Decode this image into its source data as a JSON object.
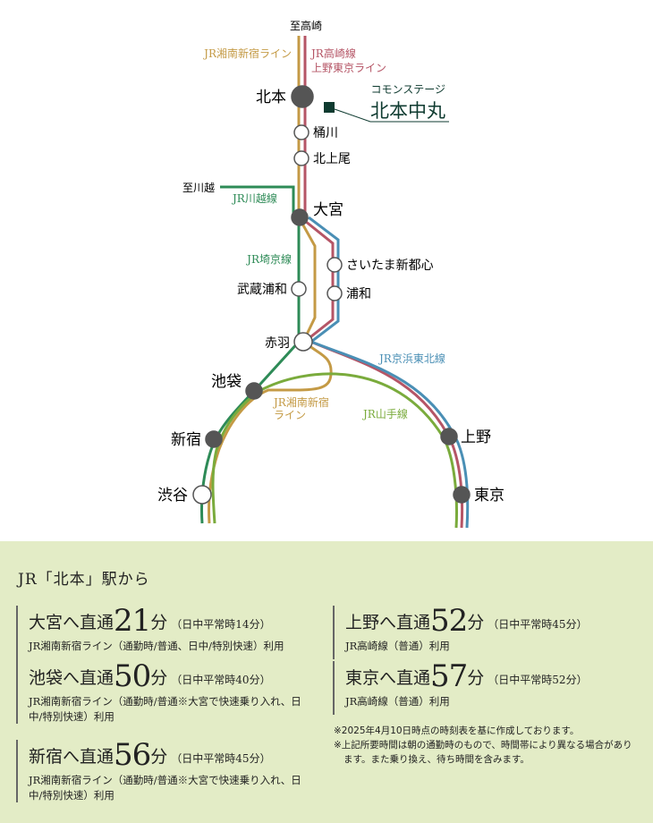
{
  "map": {
    "to_takasaki": "至高崎",
    "to_kawagoe": "至川越",
    "lines": {
      "shonan_shinjuku": "JR湘南新宿ライン",
      "takasaki_1": "JR高崎線",
      "takasaki_2": "上野東京ライン",
      "kawagoe": "JR川越線",
      "saikyo": "JR埼京線",
      "keihin_tohoku": "JR京浜東北線",
      "shonan_lower_1": "JR湘南新宿",
      "shonan_lower_2": "ライン",
      "yamanote": "JR山手線"
    },
    "stations": {
      "kitamoto": "北本",
      "okegawa": "桶川",
      "kitaageo": "北上尾",
      "omiya": "大宮",
      "saitama_shintoshin": "さいたま新都心",
      "urawa": "浦和",
      "musashi_urawa": "武蔵浦和",
      "akabane": "赤羽",
      "ikebukuro": "池袋",
      "shinjuku": "新宿",
      "shibuya": "渋谷",
      "ueno": "上野",
      "tokyo": "東京"
    },
    "property": {
      "sub": "コモンステージ",
      "name": "北本中丸"
    },
    "colors": {
      "shonan": "#c49a45",
      "takasaki": "#b55566",
      "saikyo": "#2e8b57",
      "keihin": "#4a8fb5",
      "yamanote": "#7aab3c",
      "station": "#555555",
      "property": "#0f3b30"
    }
  },
  "panel": {
    "title": "JR「北本」駅から",
    "items": [
      {
        "dest": "大宮へ直通",
        "min": "21",
        "unit": "分",
        "sub": "（日中平常時14分）",
        "via": "JR湘南新宿ライン（通勤時/普通、日中/特別快速）利用"
      },
      {
        "dest": "池袋へ直通",
        "min": "50",
        "unit": "分",
        "sub": "（日中平常時40分）",
        "via": "JR湘南新宿ライン（通勤時/普通※大宮で快速乗り入れ、日中/特別快速）利用"
      },
      {
        "dest": "新宿へ直通",
        "min": "56",
        "unit": "分",
        "sub": "（日中平常時45分）",
        "via": "JR湘南新宿ライン（通勤時/普通※大宮で快速乗り入れ、日中/特別快速）利用"
      },
      {
        "dest": "上野へ直通",
        "min": "52",
        "unit": "分",
        "sub": "（日中平常時45分）",
        "via": "JR高崎線（普通）利用"
      },
      {
        "dest": "東京へ直通",
        "min": "57",
        "unit": "分",
        "sub": "（日中平常時52分）",
        "via": "JR高崎線（普通）利用"
      }
    ],
    "notes": [
      "※2025年4月10日時点の時刻表を基に作成しております。",
      "※上記所要時間は朝の通勤時のもので、時間帯により異なる場合があります。また乗り換え、待ち時間を含みます。"
    ]
  }
}
